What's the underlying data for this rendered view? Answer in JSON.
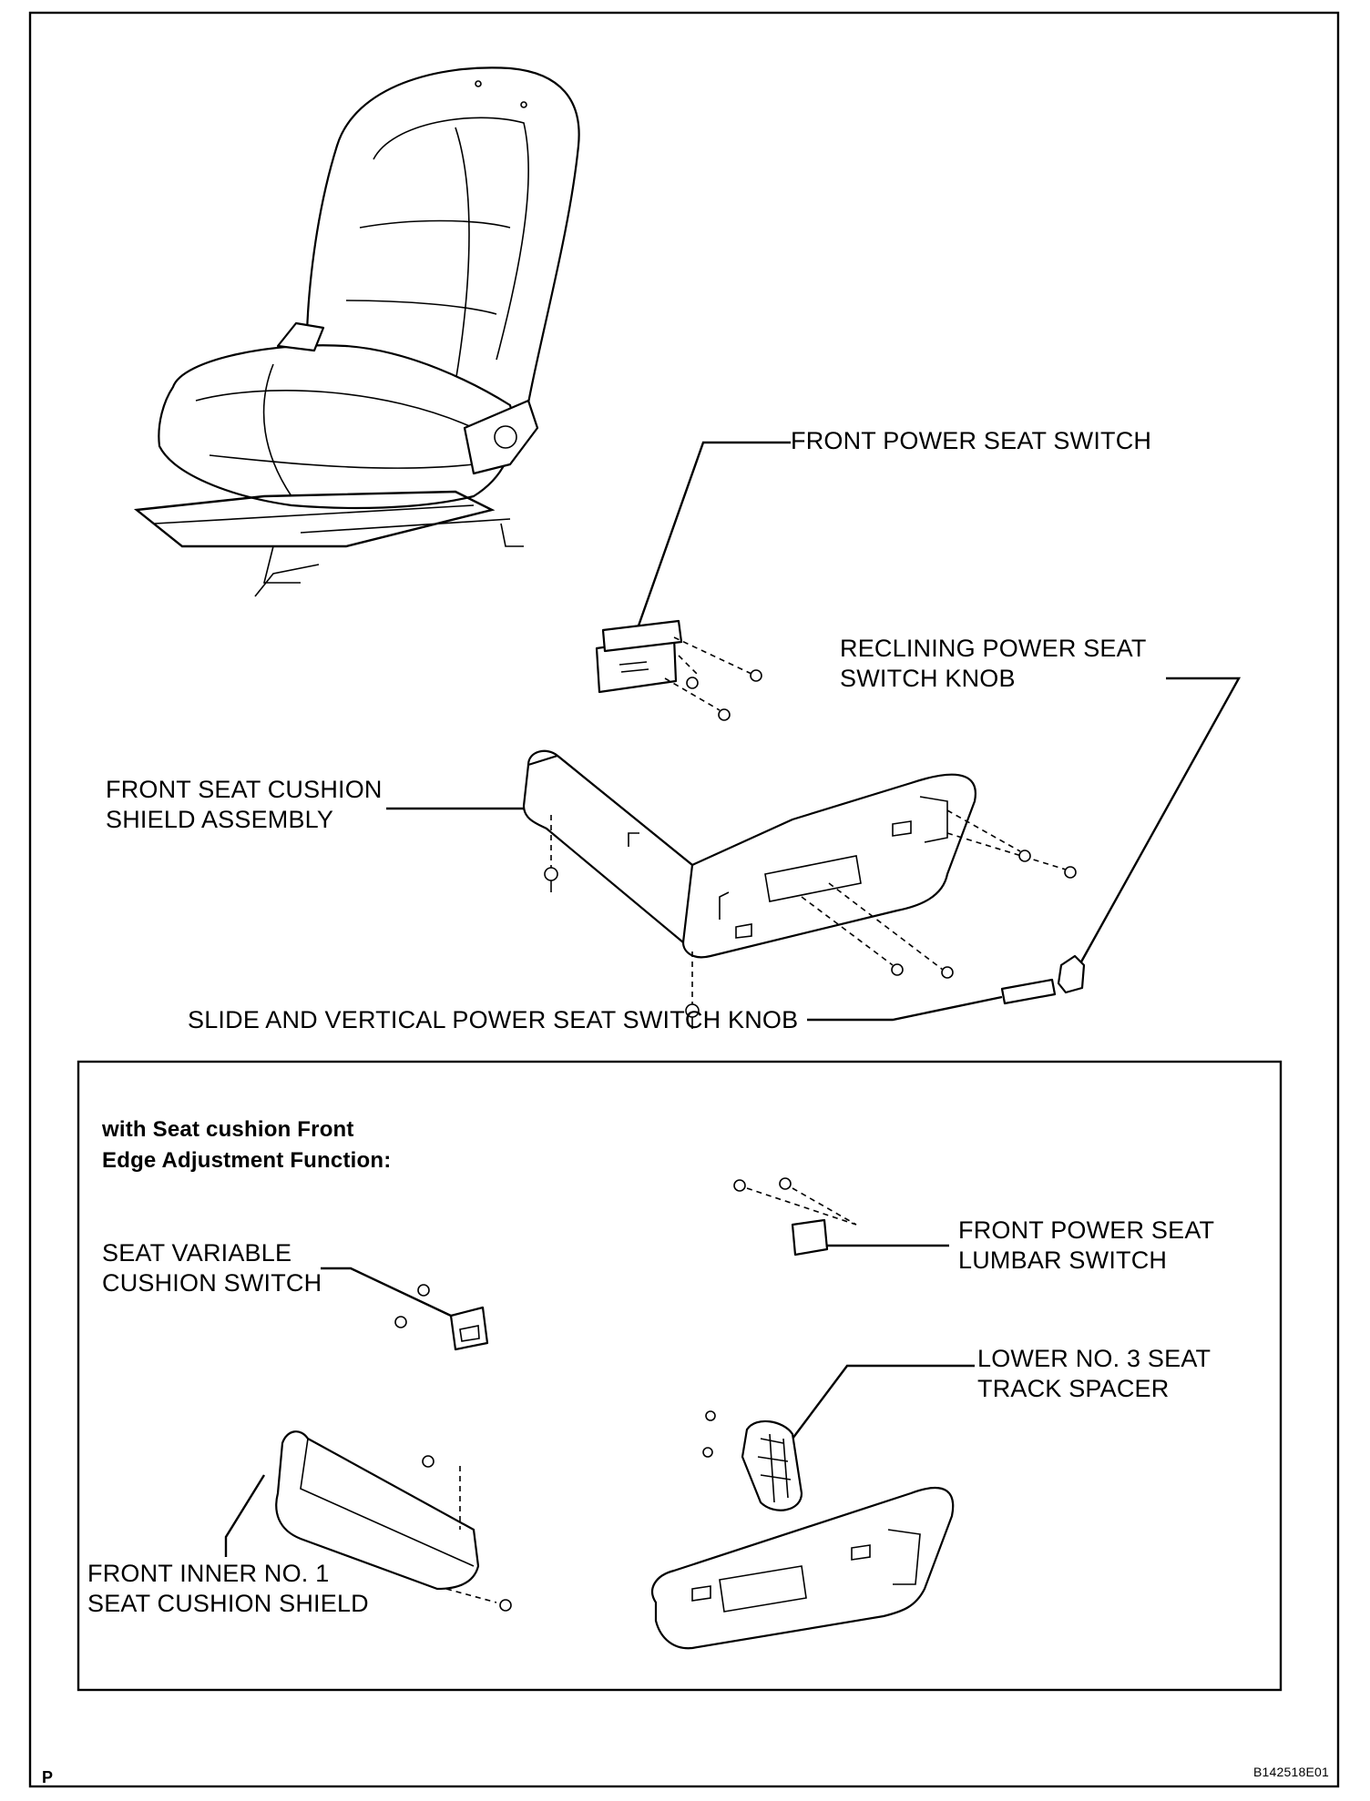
{
  "labels": {
    "front_power_seat_switch": "FRONT POWER SEAT SWITCH",
    "reclining_knob_line1": "RECLINING POWER SEAT",
    "reclining_knob_line2": "SWITCH KNOB",
    "cushion_shield_line1": "FRONT SEAT CUSHION",
    "cushion_shield_line2": "SHIELD ASSEMBLY",
    "slide_vertical_knob": "SLIDE AND VERTICAL POWER SEAT SWITCH KNOB"
  },
  "inset": {
    "heading_line1": "with Seat cushion Front",
    "heading_line2": "Edge Adjustment Function:",
    "variable_switch_line1": "SEAT VARIABLE",
    "variable_switch_line2": "CUSHION SWITCH",
    "lumbar_switch_line1": "FRONT POWER SEAT",
    "lumbar_switch_line2": "LUMBAR SWITCH",
    "spacer_line1": "LOWER NO. 3 SEAT",
    "spacer_line2": "TRACK SPACER",
    "inner_shield_line1": "FRONT INNER NO. 1",
    "inner_shield_line2": "SEAT CUSHION SHIELD"
  },
  "footer": {
    "section_mark": "P",
    "figure_code": "B142518E01"
  }
}
